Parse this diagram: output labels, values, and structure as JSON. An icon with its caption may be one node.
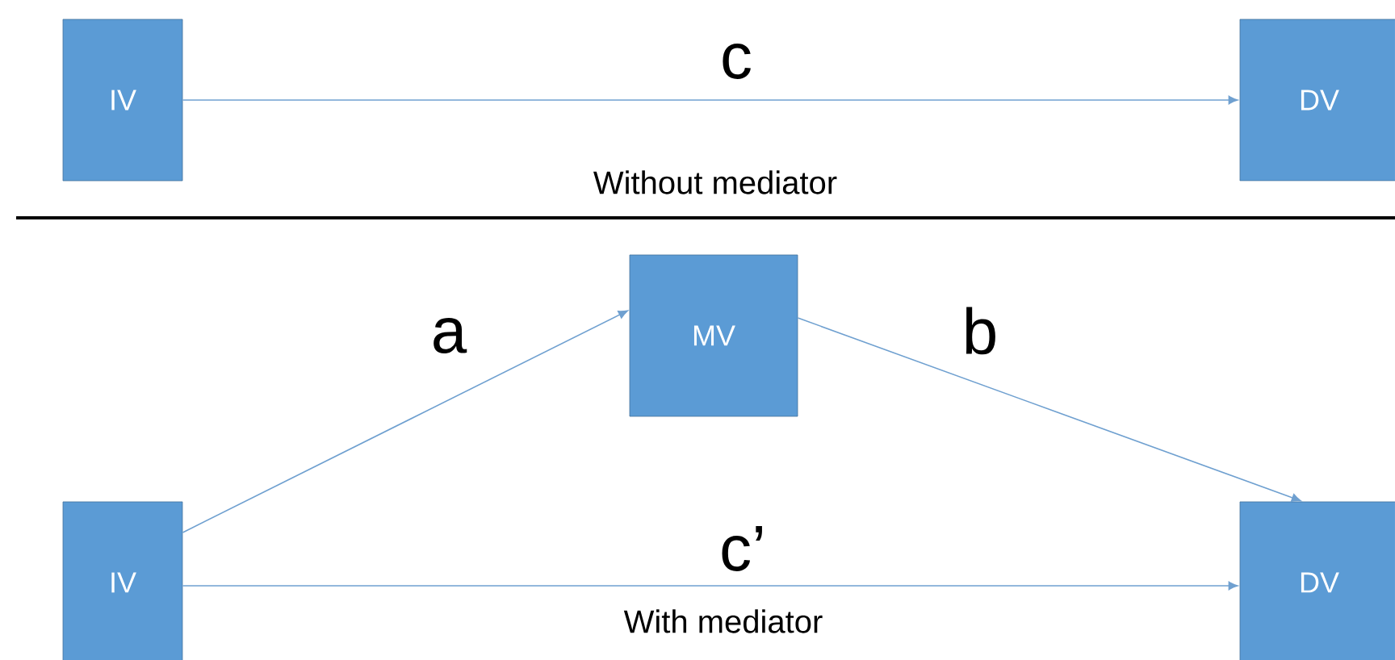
{
  "diagram": {
    "nodes": [
      {
        "text": [
          "IV"
        ]
      },
      {
        "text": [
          "DV"
        ]
      },
      {
        "text": [
          "MV"
        ]
      },
      {
        "text": [
          "IV"
        ]
      },
      {
        "text": [
          "DV"
        ]
      }
    ],
    "edges": [
      {
        "from": 0,
        "to": 1,
        "arrow": "to",
        "label": "c"
      },
      {
        "from": 3,
        "to": 2,
        "arrow": "to",
        "label": "a"
      },
      {
        "from": 2,
        "to": 4,
        "arrow": "to",
        "label": "b"
      },
      {
        "from": 3,
        "to": 4,
        "arrow": "to",
        "label": "c’"
      }
    ],
    "labels": [
      "Without mediator",
      "With mediator"
    ]
  }
}
